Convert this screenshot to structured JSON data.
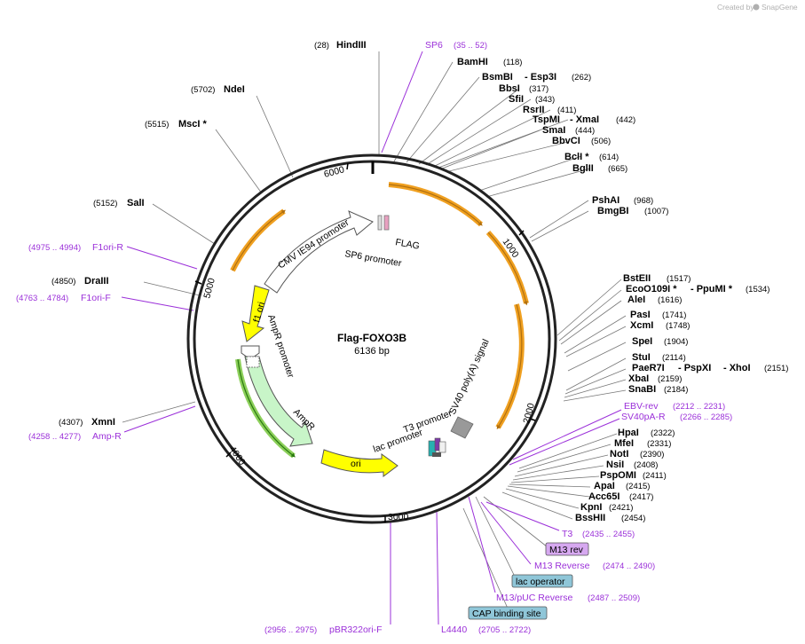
{
  "credit": {
    "prefix": "Created by",
    "brand": "SnapGene"
  },
  "plasmid": {
    "name": "Flag-FOXO3B",
    "size": "6136 bp"
  },
  "ticks": [
    "1000",
    "2000",
    "3000",
    "4000",
    "5000",
    "6000"
  ],
  "enzymes": [
    {
      "name": "HindIII",
      "pos": "(28)"
    },
    {
      "name": "NdeI",
      "pos": "(5702)"
    },
    {
      "name": "MscI *",
      "pos": "(5515)"
    },
    {
      "name": "SalI",
      "pos": "(5152)"
    },
    {
      "name": "DraIII",
      "pos": "(4850)"
    },
    {
      "name": "XmnI",
      "pos": "(4307)"
    },
    {
      "name": "BamHI",
      "pos": "(118)"
    },
    {
      "name": "BsmBI",
      "pos": ""
    },
    {
      "name": "- Esp3I",
      "pos": "(262)"
    },
    {
      "name": "BbsI",
      "pos": "(317)"
    },
    {
      "name": "SfiI",
      "pos": "(343)"
    },
    {
      "name": "RsrII",
      "pos": "(411)"
    },
    {
      "name": "TspMI",
      "pos": ""
    },
    {
      "name": "- XmaI",
      "pos": "(442)"
    },
    {
      "name": "SmaI",
      "pos": "(444)"
    },
    {
      "name": "BbvCI",
      "pos": "(506)"
    },
    {
      "name": "BclI *",
      "pos": "(614)"
    },
    {
      "name": "BglII",
      "pos": "(665)"
    },
    {
      "name": "PshAI",
      "pos": "(968)"
    },
    {
      "name": "BmgBI",
      "pos": "(1007)"
    },
    {
      "name": "BstEII",
      "pos": "(1517)"
    },
    {
      "name": "EcoO109I *",
      "pos": ""
    },
    {
      "name": "- PpuMI *",
      "pos": "(1534)"
    },
    {
      "name": "AleI",
      "pos": "(1616)"
    },
    {
      "name": "PasI",
      "pos": "(1741)"
    },
    {
      "name": "XcmI",
      "pos": "(1748)"
    },
    {
      "name": "SpeI",
      "pos": "(1904)"
    },
    {
      "name": "StuI",
      "pos": "(2114)"
    },
    {
      "name": "PaeR7I",
      "pos": ""
    },
    {
      "name": "- PspXI",
      "pos": ""
    },
    {
      "name": "- XhoI",
      "pos": "(2151)"
    },
    {
      "name": "XbaI",
      "pos": "(2159)"
    },
    {
      "name": "SnaBI",
      "pos": "(2184)"
    },
    {
      "name": "HpaI",
      "pos": "(2322)"
    },
    {
      "name": "MfeI",
      "pos": "(2331)"
    },
    {
      "name": "NotI",
      "pos": "(2390)"
    },
    {
      "name": "NsiI",
      "pos": "(2408)"
    },
    {
      "name": "PspOMI",
      "pos": "(2411)"
    },
    {
      "name": "ApaI",
      "pos": "(2415)"
    },
    {
      "name": "Acc65I",
      "pos": "(2417)"
    },
    {
      "name": "KpnI",
      "pos": "(2421)"
    },
    {
      "name": "BssHII",
      "pos": "(2454)"
    }
  ],
  "primers": [
    {
      "name": "SP6",
      "range": "(35 .. 52)"
    },
    {
      "name": "F1ori-R",
      "range": "(4975 .. 4994)"
    },
    {
      "name": "F1ori-F",
      "range": "(4763 .. 4784)"
    },
    {
      "name": "Amp-R",
      "range": "(4258 .. 4277)"
    },
    {
      "name": "EBV-rev",
      "range": "(2212 .. 2231)"
    },
    {
      "name": "SV40pA-R",
      "range": "(2266 .. 2285)"
    },
    {
      "name": "T3",
      "range": "(2435 .. 2455)"
    },
    {
      "name": "M13 Reverse",
      "range": "(2474 .. 2490)"
    },
    {
      "name": "M13/pUC Reverse",
      "range": "(2487 .. 2509)"
    },
    {
      "name": "L4440",
      "range": "(2705 .. 2722)"
    },
    {
      "name": "pBR322ori-F",
      "range": "(2956 .. 2975)"
    }
  ],
  "boxed_features": [
    {
      "name": "M13 rev",
      "color": "#d6a8f0"
    },
    {
      "name": "lac operator",
      "color": "#8fc6d8"
    },
    {
      "name": "CAP binding site",
      "color": "#8fc6d8"
    }
  ],
  "features": {
    "cmv": "CMV IE94 promoter",
    "flag": "FLAG",
    "sp6_promoter": "SP6 promoter",
    "f1ori": "f1 ori",
    "ampr_promoter": "AmpR promoter",
    "ampr": "AmpR",
    "ori": "ori",
    "t3_promoter": "T3 promoter",
    "lac_promoter": "lac promoter",
    "sv40": "SV40 poly(A) signal"
  },
  "colors": {
    "enzyme_text": "#000000",
    "primer": "#9b30d9",
    "orf": "#f0a020",
    "ampr": "#c8f5c8",
    "ori": "#ffff00",
    "promoter": "#ffffff"
  }
}
